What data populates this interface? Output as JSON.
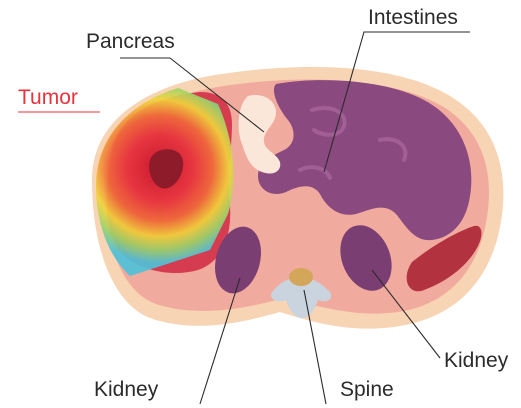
{
  "labels": {
    "tumor": "Tumor",
    "pancreas": "Pancreas",
    "intestines": "Intestines",
    "kidney_left": "Kidney",
    "kidney_right": "Kidney",
    "spine": "Spine"
  },
  "colors": {
    "body_outline": "#f7d4b3",
    "body_tissue": "#f1ab9e",
    "intestines": "#8a4a7f",
    "kidney": "#7b3e72",
    "pancreas": "#fbe7da",
    "spine_bone": "#c9d4de",
    "spine_core": "#d4a65a",
    "liver_red": "#d63c4f",
    "spleen_red": "#b3323f",
    "tumor_core": "#8e1b2a",
    "heat_yellow": "#f2d33c",
    "heat_cyan": "#4fc1d8",
    "tumor_label": "#e8323c",
    "text": "#2b2b2b"
  }
}
